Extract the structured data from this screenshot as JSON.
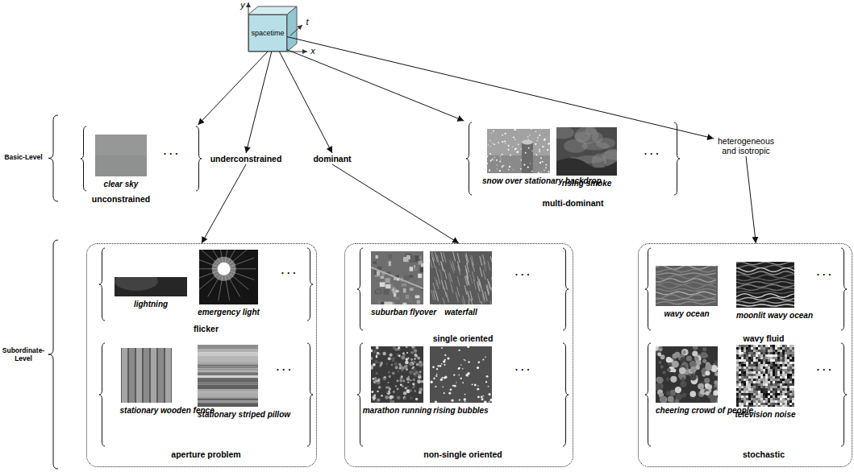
{
  "diagram": {
    "nodes": [
      {
        "text": [
          "spacetime"
        ]
      },
      {
        "text": [
          "unconstrained"
        ]
      },
      {
        "text": [
          "clear sky"
        ],
        "in": 1
      },
      {
        "text": [
          "underconstrained"
        ]
      },
      {
        "text": [
          "dominant"
        ]
      },
      {
        "text": [
          "multi-dominant"
        ]
      },
      {
        "text": [
          "snow over stationary backdrop"
        ],
        "in": 5
      },
      {
        "text": [
          "rising smoke"
        ],
        "in": 5
      },
      {
        "text": [
          "heterogeneous and isotropic"
        ]
      },
      {
        "text": []
      },
      {
        "text": [
          "flicker"
        ],
        "in": 9
      },
      {
        "text": [
          "lightning"
        ],
        "in": 10
      },
      {
        "text": [
          "emergency light"
        ],
        "in": 10
      },
      {
        "text": [
          "aperture problem"
        ],
        "in": 9
      },
      {
        "text": [
          "stationary wooden fence"
        ],
        "in": 13
      },
      {
        "text": [
          "stationary striped pillow"
        ],
        "in": 13
      },
      {
        "text": []
      },
      {
        "text": [
          "single oriented"
        ],
        "in": 16
      },
      {
        "text": [
          "suburban flyover"
        ],
        "in": 17
      },
      {
        "text": [
          "waterfall"
        ],
        "in": 17
      },
      {
        "text": [
          "non-single oriented"
        ],
        "in": 16
      },
      {
        "text": [
          "marathon running"
        ],
        "in": 20
      },
      {
        "text": [
          "rising bubbles"
        ],
        "in": 20
      },
      {
        "text": []
      },
      {
        "text": [
          "wavy fluid"
        ],
        "in": 23
      },
      {
        "text": [
          "wavy ocean"
        ],
        "in": 24
      },
      {
        "text": [
          "moonlit wavy ocean"
        ],
        "in": 24
      },
      {
        "text": [
          "stochastic"
        ],
        "in": 23
      },
      {
        "text": [
          "cheering crowd of people"
        ],
        "in": 27
      },
      {
        "text": [
          "television noise"
        ],
        "in": 27
      }
    ],
    "edges": [
      {
        "from": 0,
        "to": 1,
        "arrow": "to"
      },
      {
        "from": 0,
        "to": 3,
        "arrow": "to"
      },
      {
        "from": 0,
        "to": 4,
        "arrow": "to"
      },
      {
        "from": 0,
        "to": 5,
        "arrow": "to"
      },
      {
        "from": 0,
        "to": 8,
        "arrow": "to"
      },
      {
        "from": 3,
        "to": 9,
        "arrow": "to"
      },
      {
        "from": 4,
        "to": 16,
        "arrow": "to"
      },
      {
        "from": 8,
        "to": 23,
        "arrow": "to"
      }
    ],
    "labels": [
      "y",
      "t",
      "x",
      "Basic-Level",
      "· · ·",
      "· · ·",
      "Subordinate-Level",
      "· · ·",
      "· · ·",
      "· · ·",
      "· · ·",
      "· · ·",
      "· · ·"
    ]
  }
}
